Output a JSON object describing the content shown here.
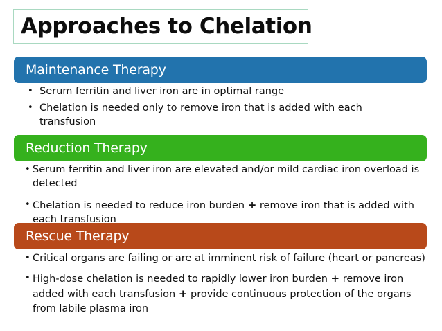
{
  "slide": {
    "title": "Approaches to Chelation",
    "title_border_color": "#a9d9c1",
    "background_color": "#ffffff",
    "text_color": "#121212"
  },
  "sections": [
    {
      "id": "maintenance",
      "header": "Maintenance Therapy",
      "color": "#2273ad",
      "bullet_glyph": "•",
      "bullets": [
        {
          "parts": [
            {
              "type": "text",
              "value": "Serum ferritin and liver iron are in optimal range"
            }
          ]
        },
        {
          "parts": [
            {
              "type": "text",
              "value": "Chelation is needed only to remove iron that is added with each transfusion"
            }
          ]
        }
      ]
    },
    {
      "id": "reduction",
      "header": "Reduction Therapy",
      "color": "#35b11d",
      "bullet_glyph": "•",
      "bullets": [
        {
          "parts": [
            {
              "type": "text",
              "value": "Serum ferritin and liver iron are elevated and/or mild cardiac iron overload is detected"
            }
          ]
        },
        {
          "parts": [
            {
              "type": "text",
              "value": "Chelation is needed to reduce iron burden "
            },
            {
              "type": "plus",
              "value": "+"
            },
            {
              "type": "text",
              "value": " remove iron that is added with each transfusion"
            }
          ]
        }
      ]
    },
    {
      "id": "rescue",
      "header": "Rescue Therapy",
      "color": "#b8491a",
      "bullet_glyph": "•",
      "bullets": [
        {
          "parts": [
            {
              "type": "text",
              "value": "Critical organs are failing or are at imminent risk of failure (heart or pancreas)"
            }
          ]
        },
        {
          "parts": [
            {
              "type": "text",
              "value": "High-dose chelation is needed to rapidly lower iron burden "
            },
            {
              "type": "plus",
              "value": "+"
            },
            {
              "type": "text",
              "value": " remove iron added with each transfusion "
            },
            {
              "type": "plus",
              "value": "+"
            },
            {
              "type": "text",
              "value": " provide continuous protection of the organs from labile plasma iron"
            }
          ]
        }
      ]
    }
  ]
}
